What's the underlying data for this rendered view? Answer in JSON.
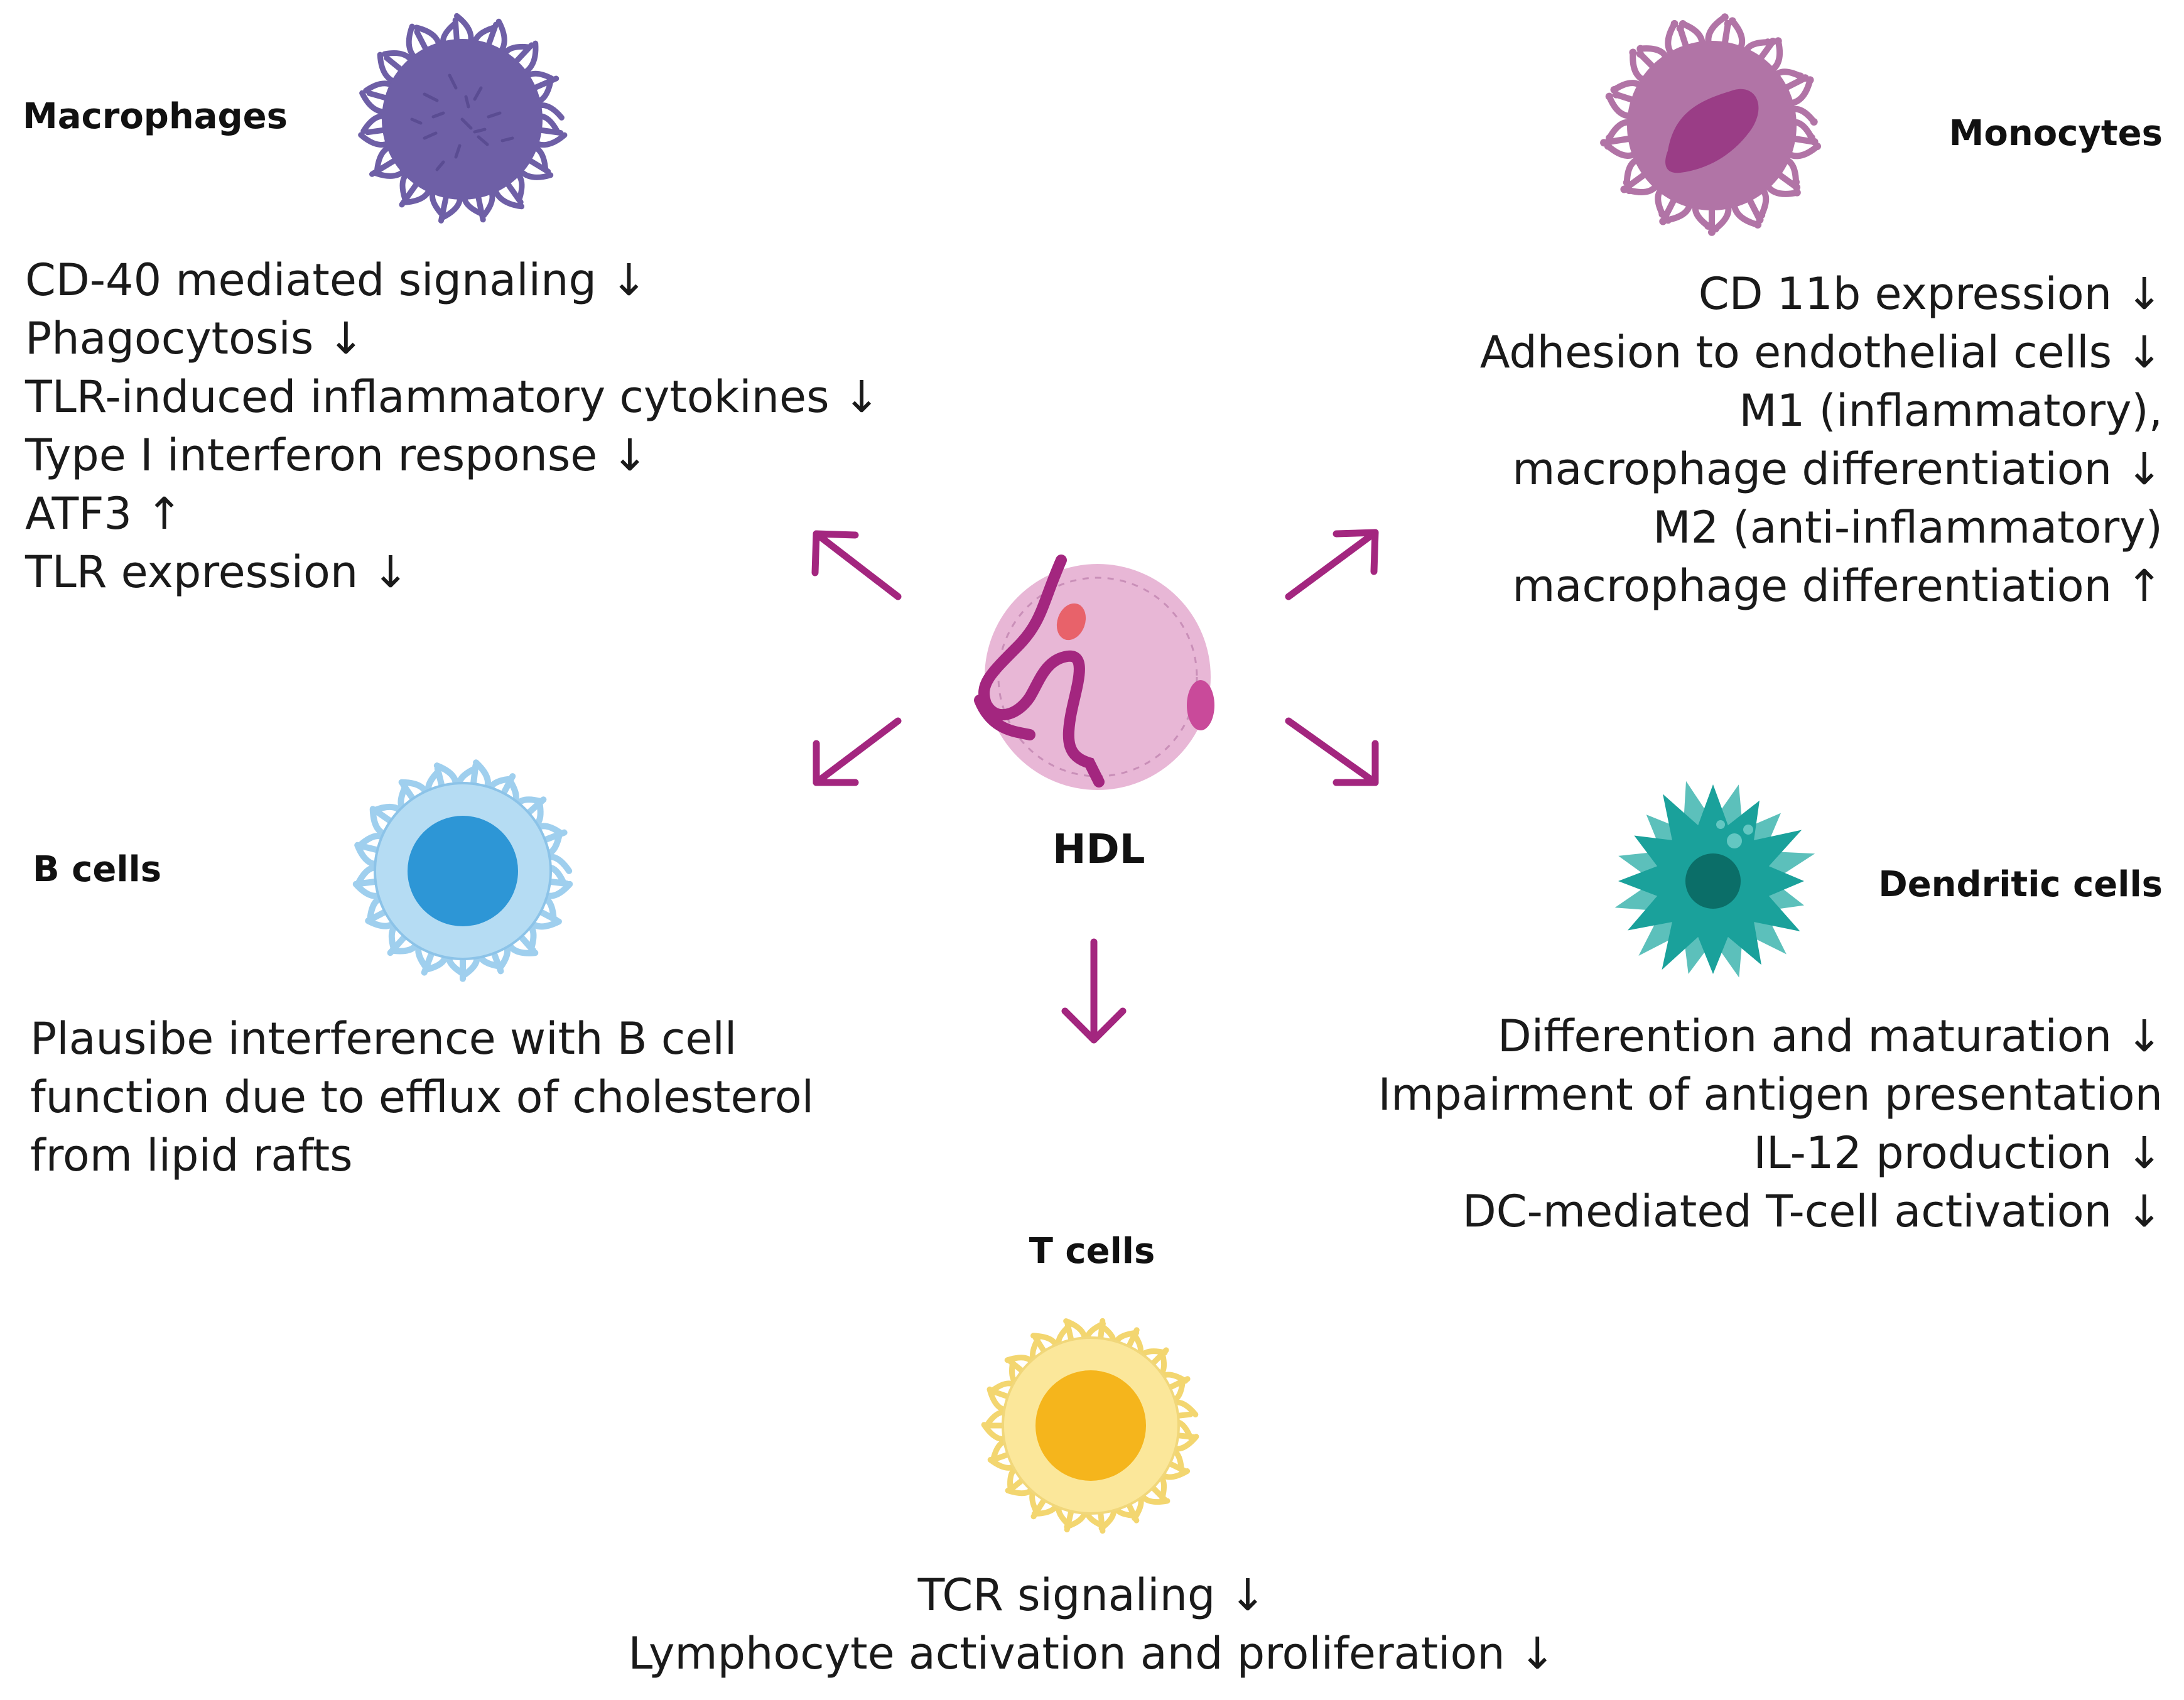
{
  "hdl": {
    "label": "HDL"
  },
  "cells": {
    "macrophages": {
      "title": "Macrophages",
      "effects": [
        "CD-40 mediated signaling ↓",
        "Phagocytosis ↓",
        "TLR-induced inflammatory cytokines ↓",
        "Type I interferon response ↓",
        "ATF3 ↑",
        "TLR expression ↓"
      ]
    },
    "monocytes": {
      "title": "Monocytes",
      "effects": [
        "CD 11b expression ↓",
        "Adhesion to endothelial cells ↓",
        "M1 (inflammatory),",
        "macrophage differentiation ↓",
        "M2 (anti-inflammatory)",
        "macrophage differentiation ↑"
      ]
    },
    "b_cells": {
      "title": "B cells",
      "effects": [
        "Plausibe interference with B cell",
        "function  due to efflux of cholesterol",
        "from lipid rafts"
      ]
    },
    "dendritic_cells": {
      "title": "Dendritic cells",
      "effects": [
        "Differention and maturation ↓",
        "Impairment of antigen presentation",
        "IL-12 production ↓",
        "DC-mediated T-cell activation ↓"
      ]
    },
    "t_cells": {
      "title": "T cells",
      "effects": [
        "TCR signaling ↓",
        "Lymphocyte activation and proliferation ↓"
      ]
    }
  },
  "colors": {
    "arrow": "#a3267f",
    "macrophage": "#6e5fa6",
    "monocyte_body": "#b174a6",
    "monocyte_nucleus": "#9a3d86",
    "hdl_sphere": "#e8b7d6",
    "hdl_strand": "#a3267f",
    "hdl_spot_red": "#e8626a",
    "hdl_spot_pink": "#c94a9a",
    "bcell_outer": "#b5dcf3",
    "bcell_nucleus": "#2d96d6",
    "dendritic_body": "#1aa19b",
    "dendritic_nucleus": "#0b6e68",
    "tcell_outer": "#fbe79a",
    "tcell_nucleus": "#f5b51c"
  }
}
